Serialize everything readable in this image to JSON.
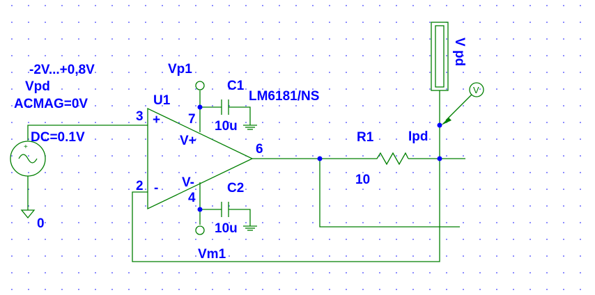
{
  "source": {
    "sweep_label": "-2V...+0,8V",
    "name_label": "Vpd",
    "acmag_label": "ACMAG=0V",
    "dc_label": "DC=0.1V",
    "ground_label": "0"
  },
  "opamp": {
    "ref_label": "U1",
    "model_label": "LM6181/NS",
    "pin_plus_num": "3",
    "pin_minus_num": "2",
    "pin_vpos_num": "7",
    "pin_vneg_num": "4",
    "pin_out_num": "6",
    "plus_sign": "+",
    "minus_sign": "-",
    "vpos_label": "V+",
    "vneg_label": "V-"
  },
  "supplies": {
    "vp_label": "Vp1",
    "vm_label": "Vm1"
  },
  "capacitors": {
    "c1_ref": "C1",
    "c1_value": "10u",
    "c2_ref": "C2",
    "c2_value": "10u"
  },
  "resistor": {
    "ref_label": "R1",
    "value_label": "10"
  },
  "probe": {
    "net_label": "Ipd",
    "marker_label": "V pd",
    "voltage_marker": "V"
  }
}
